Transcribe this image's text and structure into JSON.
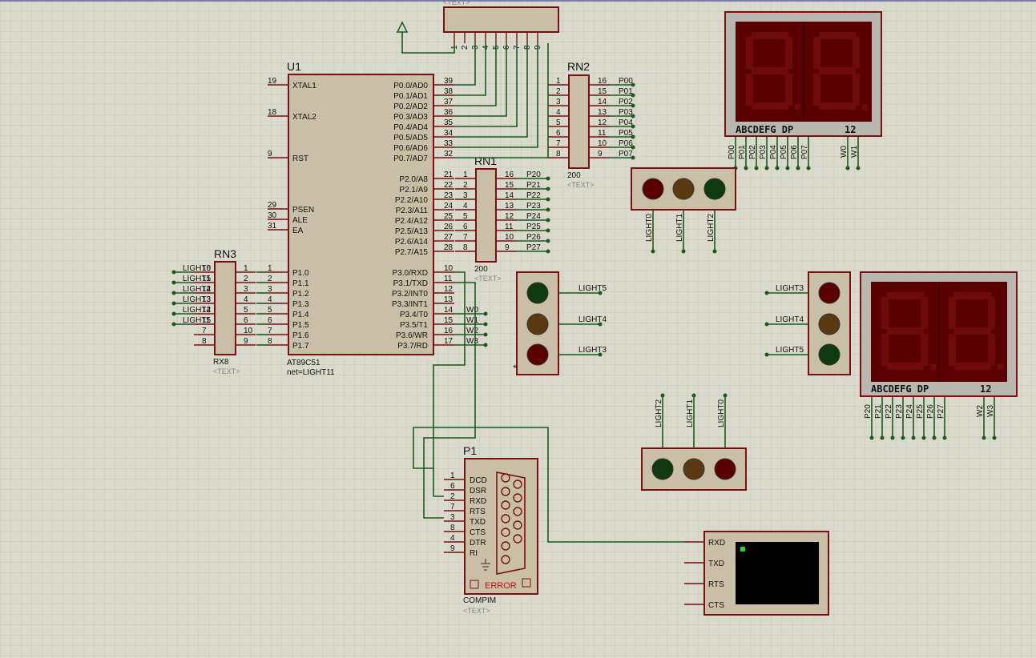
{
  "u1": {
    "ref": "U1",
    "part": "AT89C51",
    "net": "net=LIGHT11",
    "left_pins": [
      {
        "num": "19",
        "name": "XTAL1"
      },
      {
        "num": "18",
        "name": "XTAL2"
      },
      {
        "num": "9",
        "name": "RST"
      },
      {
        "num": "29",
        "name": "PSEN"
      },
      {
        "num": "30",
        "name": "ALE"
      },
      {
        "num": "31",
        "name": "EA"
      },
      {
        "num": "1",
        "name": "P1.0"
      },
      {
        "num": "2",
        "name": "P1.1"
      },
      {
        "num": "3",
        "name": "P1.2"
      },
      {
        "num": "4",
        "name": "P1.3"
      },
      {
        "num": "5",
        "name": "P1.4"
      },
      {
        "num": "6",
        "name": "P1.5"
      },
      {
        "num": "7",
        "name": "P1.6"
      },
      {
        "num": "8",
        "name": "P1.7"
      }
    ],
    "right_pins": [
      {
        "num": "39",
        "name": "P0.0/AD0"
      },
      {
        "num": "38",
        "name": "P0.1/AD1"
      },
      {
        "num": "37",
        "name": "P0.2/AD2"
      },
      {
        "num": "36",
        "name": "P0.3/AD3"
      },
      {
        "num": "35",
        "name": "P0.4/AD4"
      },
      {
        "num": "34",
        "name": "P0.5/AD5"
      },
      {
        "num": "33",
        "name": "P0.6/AD6"
      },
      {
        "num": "32",
        "name": "P0.7/AD7"
      },
      {
        "num": "21",
        "name": "P2.0/A8"
      },
      {
        "num": "22",
        "name": "P2.1/A9"
      },
      {
        "num": "23",
        "name": "P2.2/A10"
      },
      {
        "num": "24",
        "name": "P2.3/A11"
      },
      {
        "num": "25",
        "name": "P2.4/A12"
      },
      {
        "num": "26",
        "name": "P2.5/A13"
      },
      {
        "num": "27",
        "name": "P2.6/A14"
      },
      {
        "num": "28",
        "name": "P2.7/A15"
      },
      {
        "num": "10",
        "name": "P3.0/RXD"
      },
      {
        "num": "11",
        "name": "P3.1/TXD"
      },
      {
        "num": "12",
        "name": "P3.2/INT0"
      },
      {
        "num": "13",
        "name": "P3.3/INT1"
      },
      {
        "num": "14",
        "name": "P3.4/T0"
      },
      {
        "num": "15",
        "name": "P3.5/T1"
      },
      {
        "num": "16",
        "name": "P3.6/WR"
      },
      {
        "num": "17",
        "name": "P3.7/RD"
      }
    ]
  },
  "rn1": {
    "ref": "RN1",
    "value": "200",
    "text": "<TEXT>",
    "pins_left": [
      "1",
      "2",
      "3",
      "4",
      "5",
      "6",
      "7",
      "8"
    ],
    "pins_right": [
      "16",
      "15",
      "14",
      "13",
      "12",
      "11",
      "10",
      "9"
    ],
    "nets": [
      "P20",
      "P21",
      "P22",
      "P23",
      "P24",
      "P25",
      "P26",
      "P27"
    ]
  },
  "rn2": {
    "ref": "RN2",
    "value": "200",
    "text": "<TEXT>",
    "pins_left": [
      "1",
      "2",
      "3",
      "4",
      "5",
      "6",
      "7",
      "8"
    ],
    "pins_right": [
      "16",
      "15",
      "14",
      "13",
      "12",
      "11",
      "10",
      "9"
    ],
    "nets": [
      "P00",
      "P01",
      "P02",
      "P03",
      "P04",
      "P05",
      "P06",
      "P07"
    ]
  },
  "rn3": {
    "ref": "RN3",
    "value": "RX8",
    "text": "<TEXT>",
    "pins_left": [
      "16",
      "15",
      "14",
      "13",
      "12",
      "11",
      "7",
      "8"
    ],
    "pins_right": [
      "1",
      "2",
      "3",
      "4",
      "5",
      "6",
      "10",
      "9"
    ],
    "nets": [
      "LIGHT0",
      "LIGHT1",
      "LIGHT2",
      "LIGHT3",
      "LIGHT4",
      "LIGHT5",
      "",
      ""
    ]
  },
  "p3_nets": [
    "W0",
    "W1",
    "W2",
    "W3"
  ],
  "header": {
    "pins": [
      "1",
      "2",
      "3",
      "4",
      "5",
      "6",
      "7",
      "8",
      "9"
    ],
    "label": "<TEXT>"
  },
  "display1": {
    "label": "ABCDEFG  DP",
    "digits": "12",
    "pins": [
      "P00",
      "P01",
      "P02",
      "P03",
      "P04",
      "P05",
      "P06",
      "P07"
    ],
    "sel": [
      "W0",
      "W1"
    ]
  },
  "display2": {
    "label": "ABCDEFG  DP",
    "digits": "12",
    "pins": [
      "P20",
      "P21",
      "P22",
      "P23",
      "P24",
      "P25",
      "P26",
      "P27"
    ],
    "sel": [
      "W2",
      "W3"
    ]
  },
  "traffic_a": {
    "labels": [
      "LIGHT0",
      "LIGHT1",
      "LIGHT2"
    ]
  },
  "traffic_b": {
    "labels": [
      "LIGHT5",
      "LIGHT4",
      "LIGHT3"
    ]
  },
  "traffic_c": {
    "labels": [
      "LIGHT3",
      "LIGHT4",
      "LIGHT5"
    ]
  },
  "traffic_d": {
    "labels": [
      "LIGHT2",
      "LIGHT1",
      "LIGHT0"
    ]
  },
  "p1": {
    "ref": "P1",
    "part": "COMPIM",
    "text": "<TEXT>",
    "error": "ERROR",
    "pins": [
      {
        "num": "1",
        "name": "DCD"
      },
      {
        "num": "6",
        "name": "DSR"
      },
      {
        "num": "2",
        "name": "RXD"
      },
      {
        "num": "7",
        "name": "RTS"
      },
      {
        "num": "3",
        "name": "TXD"
      },
      {
        "num": "8",
        "name": "CTS"
      },
      {
        "num": "4",
        "name": "DTR"
      },
      {
        "num": "9",
        "name": "RI"
      }
    ]
  },
  "terminal": {
    "pins": [
      "RXD",
      "TXD",
      "RTS",
      "CTS"
    ]
  },
  "colors": {
    "background": "#d9d9cc",
    "grid": "#c6c6b8",
    "body": "#c9bfa6",
    "outline": "#7a1010",
    "wire": "#1a5a1a",
    "display": "#5a0000",
    "segment": "#6e0a0a"
  }
}
